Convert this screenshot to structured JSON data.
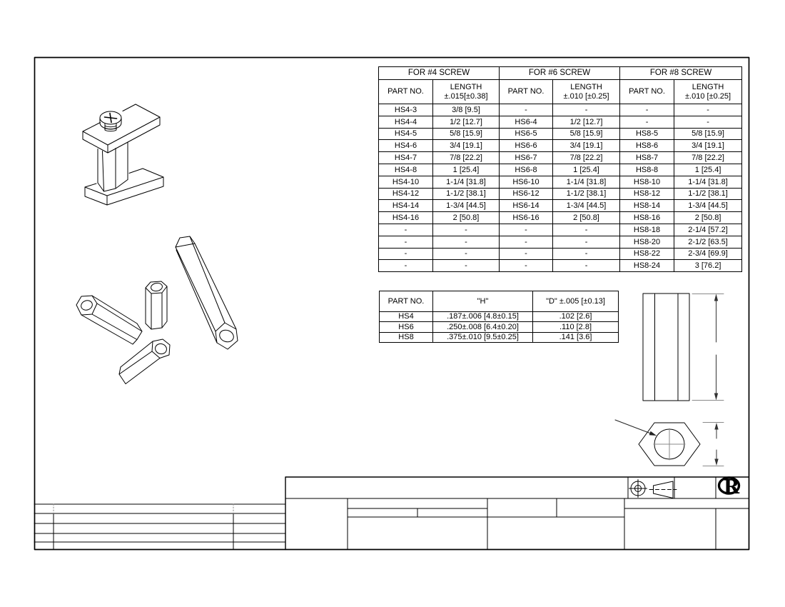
{
  "colors": {
    "line": "#000000",
    "background": "#ffffff",
    "dim_line": "#8a8a8a"
  },
  "drawing": {
    "screw_table": {
      "groups": [
        {
          "title": "FOR #4 SCREW",
          "part_col": "PART NO.",
          "length_label": "LENGTH",
          "tolerance": "±.015[±0.38]"
        },
        {
          "title": "FOR #6 SCREW",
          "part_col": "PART NO.",
          "length_label": "LENGTH",
          "tolerance": "±.010 [±0.25]"
        },
        {
          "title": "FOR #8 SCREW",
          "part_col": "PART NO.",
          "length_label": "LENGTH",
          "tolerance": "±.010 [±0.25]"
        }
      ],
      "rows": [
        [
          "HS4-3",
          "3/8 [9.5]",
          "-",
          "-",
          "-",
          "-"
        ],
        [
          "HS4-4",
          "1/2 [12.7]",
          "HS6-4",
          "1/2 [12.7]",
          "-",
          "-"
        ],
        [
          "HS4-5",
          "5/8 [15.9]",
          "HS6-5",
          "5/8 [15.9]",
          "HS8-5",
          "5/8 [15.9]"
        ],
        [
          "HS4-6",
          "3/4 [19.1]",
          "HS6-6",
          "3/4 [19.1]",
          "HS8-6",
          "3/4 [19.1]"
        ],
        [
          "HS4-7",
          "7/8 [22.2]",
          "HS6-7",
          "7/8 [22.2]",
          "HS8-7",
          "7/8 [22.2]"
        ],
        [
          "HS4-8",
          "1 [25.4]",
          "HS6-8",
          "1 [25.4]",
          "HS8-8",
          "1 [25.4]"
        ],
        [
          "HS4-10",
          "1-1/4 [31.8]",
          "HS6-10",
          "1-1/4 [31.8]",
          "HS8-10",
          "1-1/4 [31.8]"
        ],
        [
          "HS4-12",
          "1-1/2 [38.1]",
          "HS6-12",
          "1-1/2 [38.1]",
          "HS8-12",
          "1-1/2 [38.1]"
        ],
        [
          "HS4-14",
          "1-3/4 [44.5]",
          "HS6-14",
          "1-3/4 [44.5]",
          "HS8-14",
          "1-3/4 [44.5]"
        ],
        [
          "HS4-16",
          "2 [50.8]",
          "HS6-16",
          "2 [50.8]",
          "HS8-16",
          "2 [50.8]"
        ],
        [
          "-",
          "-",
          "-",
          "-",
          "HS8-18",
          "2-1/4 [57.2]"
        ],
        [
          "-",
          "-",
          "-",
          "-",
          "HS8-20",
          "2-1/2 [63.5]"
        ],
        [
          "-",
          "-",
          "-",
          "-",
          "HS8-22",
          "2-3/4 [69.9]"
        ],
        [
          "-",
          "-",
          "-",
          "-",
          "HS8-24",
          "3 [76.2]"
        ]
      ]
    },
    "dim_table": {
      "headers": [
        "PART NO.",
        "\"H\"",
        "\"D\" ±.005 [±0.13]"
      ],
      "rows": [
        [
          "HS4",
          ".187±.006 [4.8±0.15]",
          ".102 [2.6]"
        ],
        [
          "HS6",
          ".250±.008 [6.4±0.20]",
          ".110 [2.8]"
        ],
        [
          "HS8",
          ".375±.010 [9.5±0.25]",
          ".141 [3.6]"
        ]
      ]
    },
    "logo_letter": "R",
    "icons": {
      "projection_symbol": "third-angle-projection",
      "logo": "script-R-ellipse-logo"
    }
  }
}
